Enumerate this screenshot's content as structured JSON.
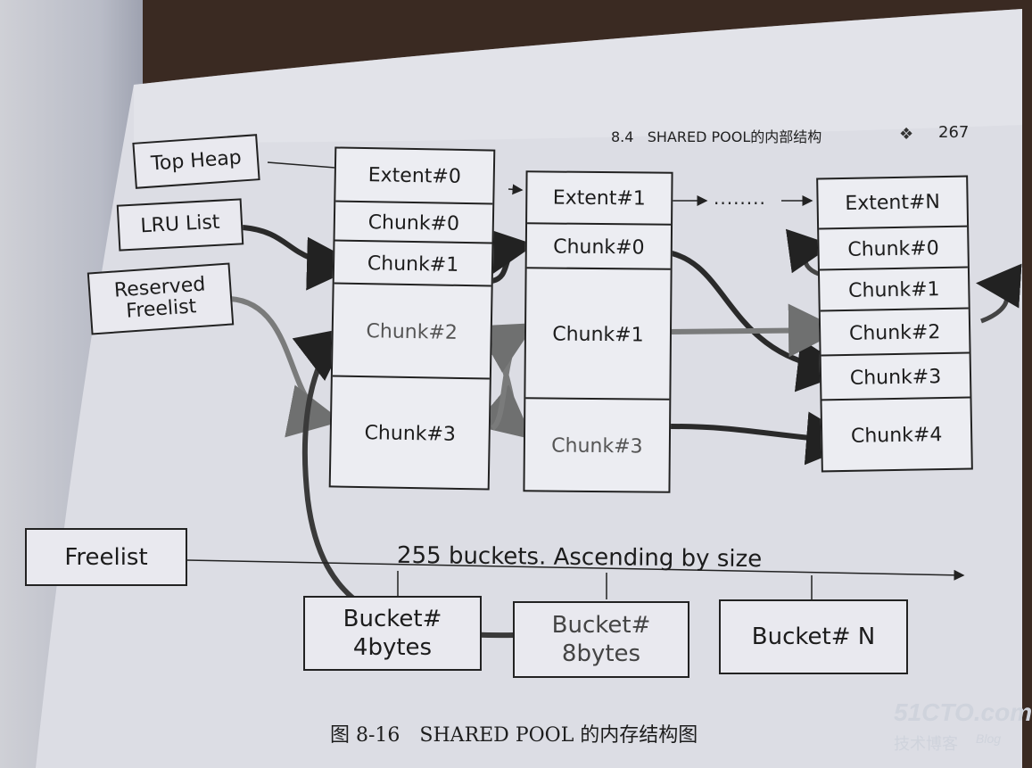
{
  "header": {
    "section": "8.4",
    "title": "SHARED POOL的内部结构",
    "page_number": "267"
  },
  "sources": {
    "top_heap": "Top Heap",
    "lru_list": "LRU List",
    "reserved_freelist": "Reserved\nFreelist",
    "freelist": "Freelist"
  },
  "extents": [
    {
      "header": "Extent#0",
      "chunks": [
        "Chunk#0",
        "Chunk#1",
        "Chunk#2",
        "Chunk#3"
      ]
    },
    {
      "header": "Extent#1",
      "chunks": [
        "Chunk#0",
        "Chunk#1",
        "Chunk#3"
      ]
    },
    {
      "header": "Extent#N",
      "chunks": [
        "Chunk#0",
        "Chunk#1",
        "Chunk#2",
        "Chunk#3",
        "Chunk#4"
      ]
    }
  ],
  "ellipsis": "........",
  "bucket_axis_label": "255 buckets. Ascending by size",
  "buckets": [
    "Bucket#\n4bytes",
    "Bucket#\n8bytes",
    "Bucket# N"
  ],
  "caption": "图 8-16　SHARED POOL 的内存结构图",
  "watermark": {
    "site": "51CTO.com",
    "sub": "技术博客",
    "blog": "Blog"
  }
}
